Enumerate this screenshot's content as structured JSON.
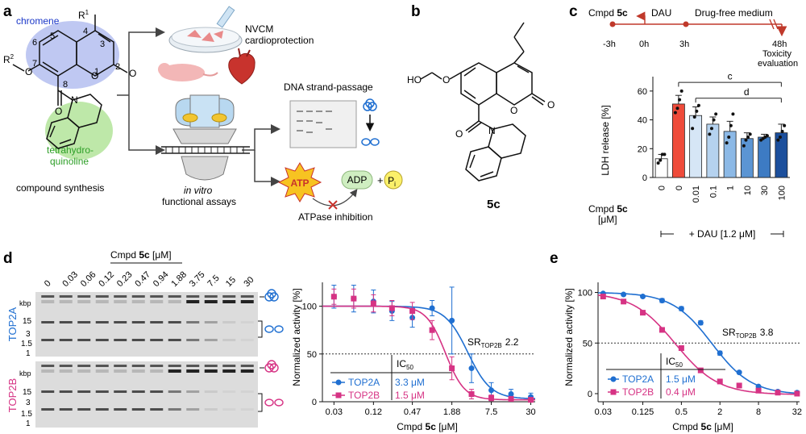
{
  "panels": {
    "a": {
      "label": "a",
      "chromene": "chromene",
      "r1": "R",
      "r1_sup": "1",
      "r2": "R",
      "r2_sup": "2",
      "ring_numbers": [
        "1",
        "2",
        "3",
        "4",
        "5",
        "6",
        "7",
        "8"
      ],
      "o_ring": "O",
      "o_carbonyl": "O",
      "o_ether": "O",
      "o_amide": "O",
      "n_atom": "N",
      "thq_line1": "tetrahydro-",
      "thq_line2": "quinoline",
      "compound_synthesis": "compound synthesis",
      "nvcm_line1": "NVCM",
      "nvcm_line2": "cardioprotection",
      "invitro_line1": "in vitro",
      "invitro_line2": "functional assays",
      "dna_strand": "DNA strand-passage",
      "atp": "ATP",
      "adp": "ADP",
      "plus": "+",
      "pi": "P",
      "pi_sub": "i",
      "atpase": "ATPase inhibition"
    },
    "b": {
      "label": "b",
      "ho": "HO",
      "o_ether": "O",
      "o_ring": "O",
      "o_carbonyl": "O",
      "o_amide": "O",
      "n_atom": "N",
      "compound": "5c"
    },
    "c": {
      "label": "c",
      "timeline": {
        "cmpd_prefix": "Cmpd ",
        "cmpd_bold": "5c",
        "dau": "DAU",
        "drug_free": "Drug-free medium",
        "times": [
          "-3h",
          "0h",
          "3h",
          "48h"
        ],
        "toxicity_line1": "Toxicity",
        "toxicity_line2": "evaluation"
      },
      "xrow_prefix": "Cmpd ",
      "xrow_bold": "5c",
      "xrow_unit": "[μM]",
      "dau_label": "+ DAU [1.2 μM]",
      "sig_c": "c",
      "sig_d": "d"
    },
    "d": {
      "label": "d",
      "gel_header_prefix": "Cmpd ",
      "gel_header_bold": "5c",
      "gel_header_unit": " [μM]",
      "concentrations": [
        "0",
        "0.03",
        "0.06",
        "0.12",
        "0.23",
        "0.47",
        "0.94",
        "1.88",
        "3.75",
        "7.5",
        "15",
        "30"
      ],
      "kbp": "kbp",
      "markers": [
        "15",
        "3",
        "1.5",
        "1"
      ],
      "top2a": "TOP2A",
      "top2b": "TOP2B",
      "sr_prefix": "SR",
      "sr_sub": "TOP2B",
      "sr_value": "2.2",
      "ic50": "IC",
      "ic50_sub": "50",
      "legend": [
        {
          "name": "TOP2A",
          "value": "3.3 μM",
          "color": "#1f6fd1"
        },
        {
          "name": "TOP2B",
          "value": "1.5 μM",
          "color": "#d63384"
        }
      ]
    },
    "e": {
      "label": "e",
      "sr_prefix": "SR",
      "sr_sub": "TOP2B",
      "sr_value": "3.8",
      "ic50": "IC",
      "ic50_sub": "50",
      "legend": [
        {
          "name": "TOP2A",
          "value": "1.5 μM",
          "color": "#1f6fd1"
        },
        {
          "name": "TOP2B",
          "value": "0.4 μM",
          "color": "#d63384"
        }
      ]
    }
  },
  "chart_data": [
    {
      "id": "c",
      "type": "bar",
      "categories": [
        "0",
        "0",
        "0.01",
        "0.1",
        "1",
        "10",
        "30",
        "100"
      ],
      "values": [
        13,
        51,
        43,
        37,
        32,
        27,
        28,
        31
      ],
      "errors": [
        3,
        6,
        6,
        5,
        7,
        4,
        2,
        6
      ],
      "points": [
        [
          10,
          12,
          16,
          16
        ],
        [
          45,
          48,
          54,
          60
        ],
        [
          34,
          42,
          46,
          50
        ],
        [
          30,
          34,
          40,
          44
        ],
        [
          24,
          28,
          36,
          44
        ],
        [
          22,
          26,
          28,
          30
        ],
        [
          26,
          27,
          28,
          29
        ],
        [
          26,
          28,
          32,
          36
        ]
      ],
      "colors": [
        "#ffffff",
        "#ef4b3a",
        "#d6e6f6",
        "#b5d2ef",
        "#8cb9e6",
        "#5b95d3",
        "#3d7bc3",
        "#1c4f9c"
      ],
      "ylabel": "LDH release [%]",
      "yticks": [
        0,
        20,
        40,
        60
      ],
      "ylim": [
        0,
        70
      ]
    },
    {
      "id": "d",
      "type": "line",
      "xscale": "log2",
      "xticks": [
        0.03,
        0.12,
        0.47,
        1.88,
        7.5,
        30
      ],
      "xtick_labels": [
        "0.03",
        "0.12",
        "0.47",
        "1.88",
        "7.5",
        "30"
      ],
      "xlim": [
        0.02,
        35
      ],
      "yticks": [
        0,
        50,
        100
      ],
      "ylim": [
        0,
        125
      ],
      "xlabel_prefix": "Cmpd ",
      "xlabel_bold": "5c",
      "xlabel_unit": " [μM]",
      "ylabel": "Normalized activity [%]",
      "reference_y": 50,
      "series": [
        {
          "name": "TOP2A",
          "color": "#1f6fd1",
          "marker": "circle",
          "ic50": 3.3,
          "hill": 2.5,
          "top": 100,
          "bottom": 3,
          "x": [
            0.03,
            0.06,
            0.12,
            0.23,
            0.47,
            0.94,
            1.88,
            3.75,
            7.5,
            15,
            30
          ],
          "y": [
            110,
            108,
            105,
            95,
            88,
            98,
            85,
            35,
            12,
            8,
            5
          ],
          "err": [
            12,
            14,
            12,
            10,
            10,
            8,
            35,
            15,
            8,
            5,
            4
          ]
        },
        {
          "name": "TOP2B",
          "color": "#d63384",
          "marker": "square",
          "ic50": 1.5,
          "hill": 3,
          "top": 100,
          "bottom": 2,
          "x": [
            0.03,
            0.06,
            0.12,
            0.23,
            0.47,
            0.94,
            1.88,
            3.75,
            7.5,
            15,
            30
          ],
          "y": [
            110,
            108,
            103,
            98,
            95,
            75,
            35,
            8,
            4,
            3,
            2
          ],
          "err": [
            8,
            10,
            9,
            8,
            9,
            10,
            12,
            5,
            3,
            2,
            2
          ]
        }
      ]
    },
    {
      "id": "e",
      "type": "line",
      "xscale": "log2",
      "xticks": [
        0.03,
        0.125,
        0.5,
        2,
        8,
        32
      ],
      "xtick_labels": [
        "0.03",
        "0.125",
        "0.5",
        "2",
        "8",
        "32"
      ],
      "xlim": [
        0.025,
        35
      ],
      "yticks": [
        0,
        50,
        100
      ],
      "ylim": [
        -8,
        110
      ],
      "xlabel_prefix": "Cmpd ",
      "xlabel_bold": "5c",
      "xlabel_unit": " [μM]",
      "ylabel": "Normalized activity [%]",
      "reference_y": 50,
      "series": [
        {
          "name": "TOP2A",
          "color": "#1f6fd1",
          "marker": "circle",
          "ic50": 1.5,
          "hill": 1.4,
          "top": 100,
          "bottom": -1,
          "x": [
            0.03,
            0.0625,
            0.125,
            0.25,
            0.5,
            1,
            2,
            4,
            8,
            16,
            32
          ],
          "y": [
            99,
            98,
            96,
            92,
            84,
            70,
            40,
            21,
            7,
            2,
            1
          ],
          "err": [
            1,
            1,
            1,
            2,
            2,
            2,
            2,
            1,
            1,
            1,
            1
          ]
        },
        {
          "name": "TOP2B",
          "color": "#d63384",
          "marker": "square",
          "ic50": 0.4,
          "hill": 1.3,
          "top": 100,
          "bottom": -1,
          "x": [
            0.03,
            0.0625,
            0.125,
            0.25,
            0.5,
            1,
            2,
            4,
            8,
            16,
            32
          ],
          "y": [
            96,
            91,
            80,
            63,
            45,
            23,
            12,
            8,
            3,
            1,
            0
          ],
          "err": [
            1,
            1,
            2,
            2,
            2,
            2,
            1,
            1,
            1,
            1,
            1
          ]
        }
      ]
    }
  ]
}
